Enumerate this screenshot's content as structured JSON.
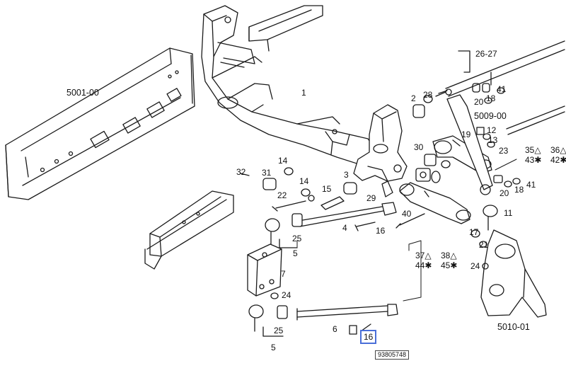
{
  "diagram": {
    "catalog_number": "93805748",
    "highlighted_part": "16",
    "callouts": [
      {
        "id": "c-5001-00",
        "text": "5001-00"
      },
      {
        "id": "c-1",
        "text": "1"
      },
      {
        "id": "c-26-27",
        "text": "26-27"
      },
      {
        "id": "c-2",
        "text": "2"
      },
      {
        "id": "c-28",
        "text": "28"
      },
      {
        "id": "c-41a",
        "text": "41"
      },
      {
        "id": "c-20a",
        "text": "20"
      },
      {
        "id": "c-18a",
        "text": "18"
      },
      {
        "id": "c-5009-00",
        "text": "5009-00"
      },
      {
        "id": "c-12",
        "text": "12"
      },
      {
        "id": "c-19",
        "text": "19"
      },
      {
        "id": "c-13",
        "text": "13"
      },
      {
        "id": "c-30",
        "text": "30"
      },
      {
        "id": "c-23",
        "text": "23"
      },
      {
        "id": "c-35-43",
        "text": "35△ 43✱"
      },
      {
        "id": "c-36-42",
        "text": "36△ 42✱"
      },
      {
        "id": "c-32",
        "text": "32"
      },
      {
        "id": "c-31",
        "text": "31"
      },
      {
        "id": "c-14a",
        "text": "14"
      },
      {
        "id": "c-14b",
        "text": "14"
      },
      {
        "id": "c-3",
        "text": "3"
      },
      {
        "id": "c-20b",
        "text": "20"
      },
      {
        "id": "c-18b",
        "text": "18"
      },
      {
        "id": "c-41b",
        "text": "41"
      },
      {
        "id": "c-22",
        "text": "22"
      },
      {
        "id": "c-15",
        "text": "15"
      },
      {
        "id": "c-29",
        "text": "29"
      },
      {
        "id": "c-40",
        "text": "40"
      },
      {
        "id": "c-11",
        "text": "11"
      },
      {
        "id": "c-25a",
        "text": "25"
      },
      {
        "id": "c-4",
        "text": "4"
      },
      {
        "id": "c-16a",
        "text": "16"
      },
      {
        "id": "c-17",
        "text": "17"
      },
      {
        "id": "c-21",
        "text": "21"
      },
      {
        "id": "c-5a",
        "text": "5"
      },
      {
        "id": "c-37-44",
        "text": "37△ 44✱"
      },
      {
        "id": "c-38-45",
        "text": "38△ 45✱"
      },
      {
        "id": "c-24b",
        "text": "24"
      },
      {
        "id": "c-7",
        "text": "7"
      },
      {
        "id": "c-24a",
        "text": "24"
      },
      {
        "id": "c-25b",
        "text": "25"
      },
      {
        "id": "c-6",
        "text": "6"
      },
      {
        "id": "c-5b",
        "text": "5"
      },
      {
        "id": "c-5010-01",
        "text": "5010-01"
      }
    ]
  }
}
